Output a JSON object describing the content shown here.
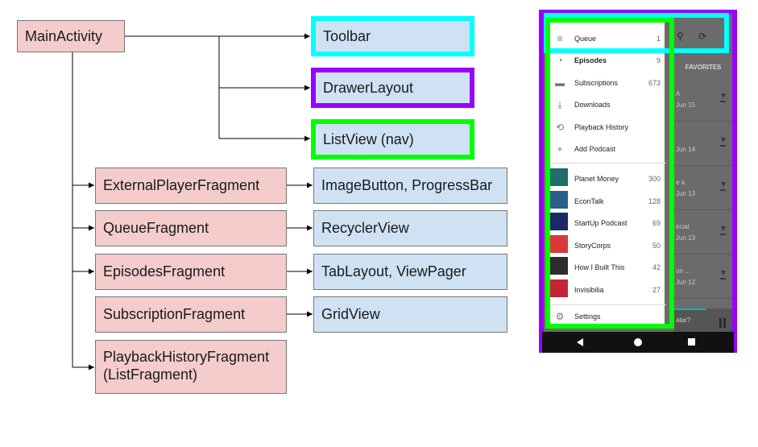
{
  "classes": {
    "main_activity": "MainActivity",
    "toolbar": "Toolbar",
    "drawer_layout": "DrawerLayout",
    "list_view_nav": "ListView (nav)",
    "external_player_fragment": "ExternalPlayerFragment",
    "image_button_progress_bar": "ImageButton, ProgressBar",
    "queue_fragment": "QueueFragment",
    "recycler_view": "RecyclerView",
    "episodes_fragment": "EpisodesFragment",
    "tab_layout_view_pager": "TabLayout, ViewPager",
    "subscription_fragment": "SubscriptionFragment",
    "grid_view": "GridView",
    "playback_history_fragment_line1": "PlaybackHistoryFragment",
    "playback_history_fragment_line2": "(ListFragment)"
  },
  "highlight_colors": {
    "toolbar": "#00ffff",
    "drawer_layout": "#9900ff",
    "list_view": "#00ff00"
  },
  "phone": {
    "background_tab": "FAVORITES",
    "background_rows": [
      {
        "title": "A",
        "date": "Jun 15"
      },
      {
        "title": "",
        "date": "Jun 14"
      },
      {
        "title": "e a",
        "date": "Jun 13"
      },
      {
        "title": "ecial",
        "date": "Jun 13"
      },
      {
        "title": "on ...",
        "date": "Jun 12"
      }
    ],
    "player_text": "atar?",
    "drawer_items": [
      {
        "icon": "queue-icon",
        "glyph": "≡",
        "label": "Queue",
        "count": "1"
      },
      {
        "icon": "rss-icon",
        "glyph": "◔",
        "label": "Episodes",
        "count": "9",
        "bold": true
      },
      {
        "icon": "folder-icon",
        "glyph": "▬",
        "label": "Subscriptions",
        "count": "673"
      },
      {
        "icon": "download-icon",
        "glyph": "⤓",
        "label": "Downloads",
        "count": ""
      },
      {
        "icon": "history-icon",
        "glyph": "⟲",
        "label": "Playback History",
        "count": ""
      },
      {
        "icon": "add-icon",
        "glyph": "+",
        "label": "Add Podcast",
        "count": ""
      }
    ],
    "podcasts": [
      {
        "label": "Planet Money",
        "count": "300",
        "color": "#1e6e6a"
      },
      {
        "label": "EconTalk",
        "count": "128",
        "color": "#2a5f8a"
      },
      {
        "label": "StartUp Podcast",
        "count": "69",
        "color": "#1b2a66"
      },
      {
        "label": "StoryCorps",
        "count": "50",
        "color": "#d8383a"
      },
      {
        "label": "How I Built This",
        "count": "42",
        "color": "#2e2e2e"
      },
      {
        "label": "Invisibilia",
        "count": "27",
        "color": "#c4243a"
      }
    ],
    "settings_label": "Settings",
    "settings_icon": "gear-icon"
  }
}
